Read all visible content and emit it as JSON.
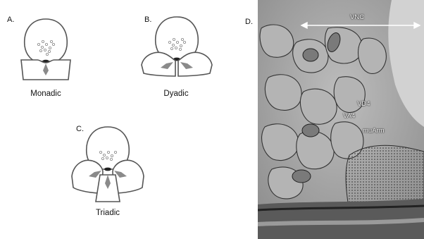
{
  "panels": {
    "a": {
      "label": "A.",
      "caption": "Monadic"
    },
    "b": {
      "label": "B.",
      "caption": "Dyadic"
    },
    "c": {
      "label": "C.",
      "caption": "Triadic"
    },
    "d": {
      "label": "D.",
      "annotations": {
        "vnc": "VNC",
        "vd4": "VD4",
        "va4": "VA4",
        "muarm": "muArm"
      }
    }
  },
  "colors": {
    "outline": "#555555",
    "vesicle": "#888888",
    "density": "#222222",
    "receptor": "#8a8a8a",
    "em_dark": "#3a3a3a",
    "em_light": "#cfcfcf"
  }
}
